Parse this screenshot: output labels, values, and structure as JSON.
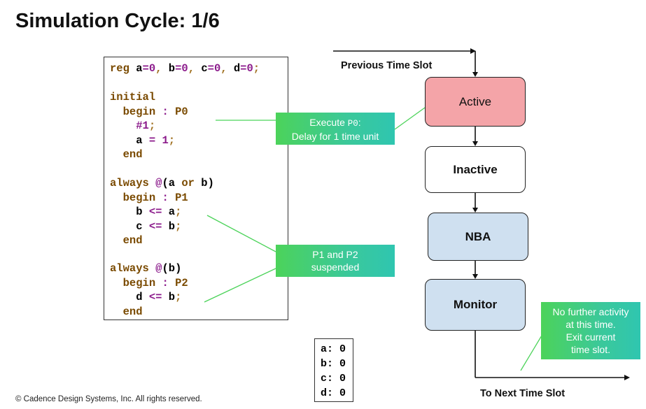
{
  "title": "Simulation Cycle: 1/6",
  "code": {
    "decl": [
      "reg ",
      "a",
      "=",
      "0",
      ", ",
      "b",
      "=",
      "0",
      ", ",
      "c",
      "=",
      "0",
      ", ",
      "d",
      "=",
      "0",
      ";"
    ],
    "lines": [
      "initial",
      "begin",
      "P0",
      "#1",
      "a",
      "1",
      "end",
      "always",
      "a",
      "or",
      "b",
      "begin",
      "P1",
      "b",
      "a",
      "c",
      "b",
      "end",
      "always",
      "b",
      "begin",
      "P2",
      "d",
      "b",
      "end"
    ]
  },
  "callouts": {
    "execute_line1_prefix": "Execute ",
    "execute_line1_code": "P0",
    "execute_line1_suffix": ":",
    "execute_line2": "Delay for 1 time unit",
    "suspended_line1": "P1 and P2",
    "suspended_line2": "suspended",
    "no_activity": [
      "No further activity",
      "at this time.",
      "Exit current",
      "time slot."
    ]
  },
  "flow": {
    "prev_label": "Previous Time Slot",
    "next_label": "To Next Time Slot",
    "regions": [
      {
        "name": "Active",
        "color": "#f4a4a8"
      },
      {
        "name": "Inactive",
        "color": "#ffffff"
      },
      {
        "name": "NBA",
        "color": "#cfe0f0"
      },
      {
        "name": "Monitor",
        "color": "#cfe0f0"
      }
    ]
  },
  "values": [
    {
      "name": "a",
      "value": "0"
    },
    {
      "name": "b",
      "value": "0"
    },
    {
      "name": "c",
      "value": "0"
    },
    {
      "name": "d",
      "value": "0"
    }
  ],
  "copyright": "© Cadence Design Systems, Inc. All rights reserved."
}
